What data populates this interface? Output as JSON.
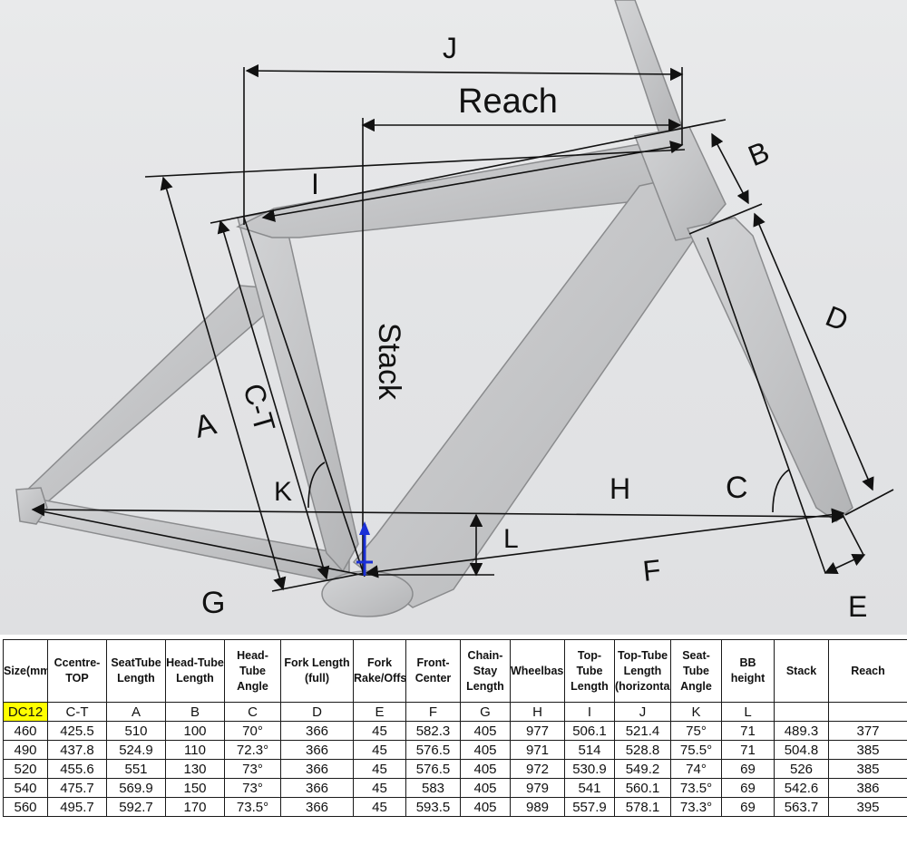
{
  "diagram": {
    "labels": {
      "J": "J",
      "Reach": "Reach",
      "B": "B",
      "I": "I",
      "Stack": "Stack",
      "D": "D",
      "A": "A",
      "CT": "C-T",
      "K": "K",
      "H": "H",
      "C": "C",
      "L": "L",
      "F": "F",
      "G": "G",
      "E": "E"
    },
    "colors": {
      "frame": "#c5c6c8",
      "frame_edge": "#8a8b8d",
      "dimension_line": "#111111",
      "bb_marker": "#1a2fd6"
    }
  },
  "table": {
    "headers": [
      "Size(mm)",
      "Ccentre-TOP",
      "SeatTube Length",
      "Head-Tube Length",
      "Head-Tube Angle",
      "Fork Length (full)",
      "Fork Rake/Offset",
      "Front-Center",
      "Chain-Stay Length",
      "Wheelbase",
      "Top-Tube Length",
      "Top-Tube Length (horizontal)",
      "Seat-Tube Angle",
      "BB height",
      "Stack",
      "Reach"
    ],
    "codes": [
      "DC12",
      "C-T",
      "A",
      "B",
      "C",
      "D",
      "E",
      "F",
      "G",
      "H",
      "I",
      "J",
      "K",
      "L",
      "",
      ""
    ],
    "code_highlight": "#ffff00",
    "rows": [
      [
        "460",
        "425.5",
        "510",
        "100",
        "70°",
        "366",
        "45",
        "582.3",
        "405",
        "977",
        "506.1",
        "521.4",
        "75°",
        "71",
        "489.3",
        "377"
      ],
      [
        "490",
        "437.8",
        "524.9",
        "110",
        "72.3°",
        "366",
        "45",
        "576.5",
        "405",
        "971",
        "514",
        "528.8",
        "75.5°",
        "71",
        "504.8",
        "385"
      ],
      [
        "520",
        "455.6",
        "551",
        "130",
        "73°",
        "366",
        "45",
        "576.5",
        "405",
        "972",
        "530.9",
        "549.2",
        "74°",
        "69",
        "526",
        "385"
      ],
      [
        "540",
        "475.7",
        "569.9",
        "150",
        "73°",
        "366",
        "45",
        "583",
        "405",
        "979",
        "541",
        "560.1",
        "73.5°",
        "69",
        "542.6",
        "386"
      ],
      [
        "560",
        "495.7",
        "592.7",
        "170",
        "73.5°",
        "366",
        "45",
        "593.5",
        "405",
        "989",
        "557.9",
        "578.1",
        "73.3°",
        "69",
        "563.7",
        "395"
      ]
    ]
  }
}
